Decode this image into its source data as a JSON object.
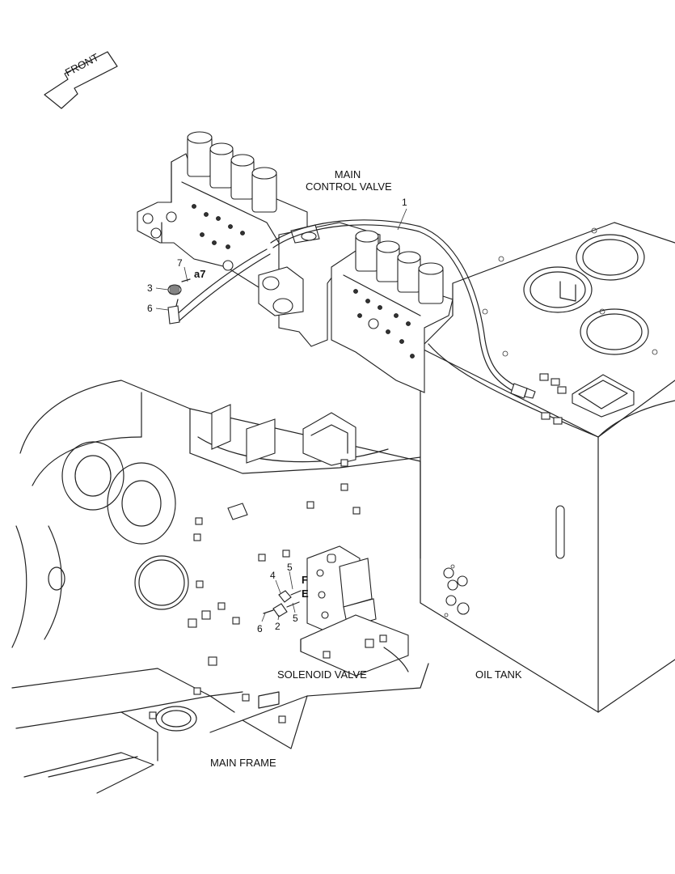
{
  "front_arrow": {
    "label": "FRONT"
  },
  "labels": {
    "main_control_valve": [
      "MAIN",
      "CONTROL VALVE"
    ],
    "solenoid_valve": "SOLENOID VALVE",
    "oil_tank": "OIL TANK",
    "main_frame": "MAIN FRAME"
  },
  "callouts": {
    "c1": "1",
    "c7": "7",
    "a7": "a7",
    "c3": "3",
    "c6_top": "6",
    "c4": "4",
    "c5_top": "5",
    "port_f": "F",
    "port_e": "E",
    "c6_bottom": "6",
    "c2": "2",
    "c5_bottom": "5"
  }
}
